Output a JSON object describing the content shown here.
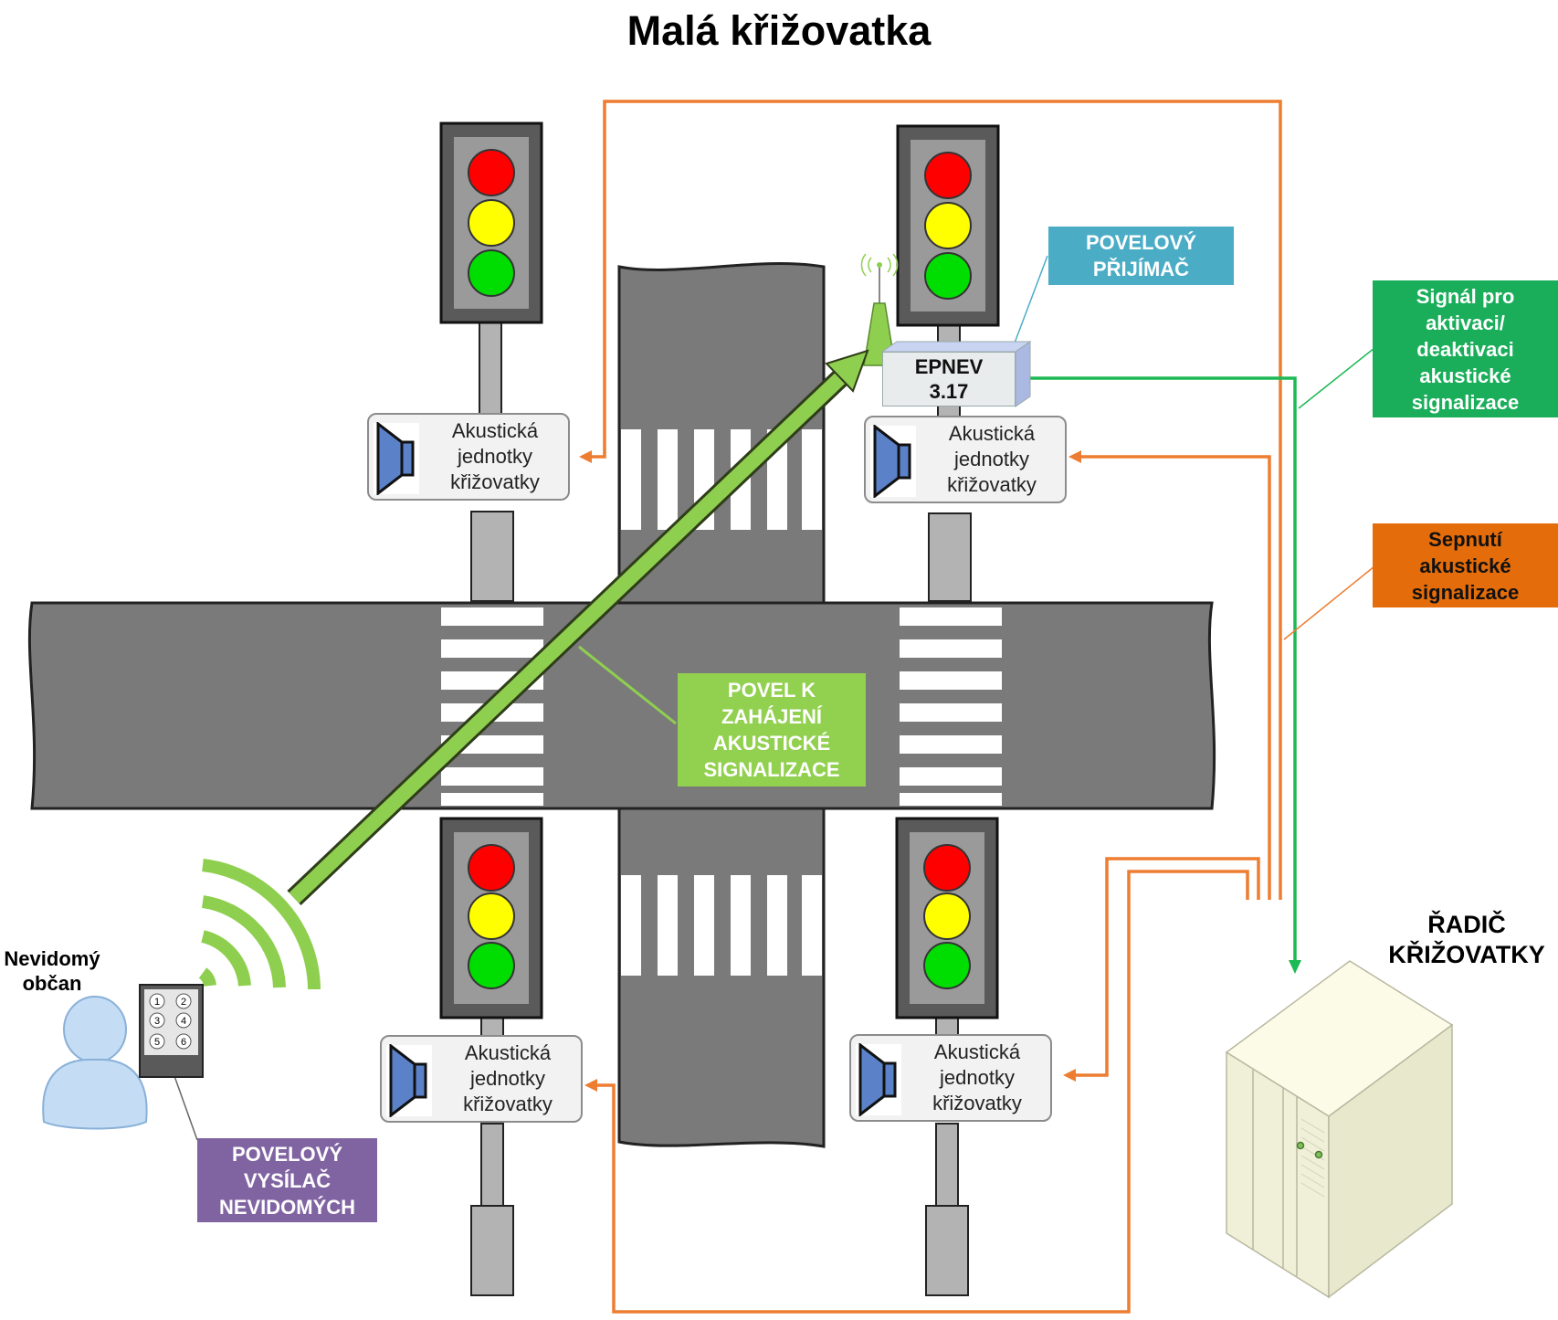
{
  "title": "Malá křižovatka",
  "speaker_label": "Akustická\njednotky\nkřižovatky",
  "epnev_label": "EPNEV\n3.17",
  "receiver_label": "POVELOVÝ\nPŘIJÍMAČ",
  "signal_label": "Signál pro\naktivaci/\ndeaktivaci\nakustické\nsignalizace",
  "switch_label": "Sepnutí\nakustické\nsignalizace",
  "command_label": "POVEL K\nZAHÁJENÍ\nAKUSTICKÉ\nSIGNALIZACE",
  "transmitter_label": "POVELOVÝ\nVYSÍLAČ\nNEVIDOMÝCH",
  "blind_label": "Nevidomý\nobčan",
  "controller_label": "ŘADIČ\nKŘIŽOVATKY",
  "keypad_keys": [
    "1",
    "2",
    "3",
    "4",
    "5",
    "6"
  ],
  "colors": {
    "road": "#7a7a7a",
    "orange": "#ed7d31",
    "green_line": "#1db954",
    "arrow_green": "#8fcf4f",
    "receiver_bg": "#4bacc6",
    "signal_bg": "#1aae5a",
    "switch_bg": "#e46c0a",
    "command_bg": "#92d050",
    "transmitter_bg": "#8064a2"
  }
}
